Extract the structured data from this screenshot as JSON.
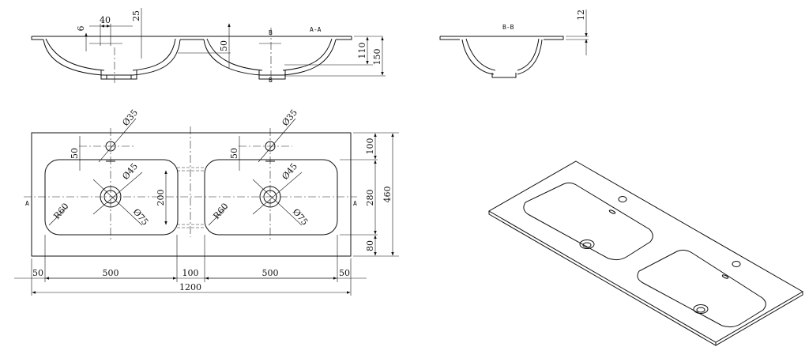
{
  "section_aa": {
    "title": "A-A",
    "cut_label_b": "B",
    "dims": {
      "d6": "6",
      "d40": "40",
      "d25": "25",
      "d50": "50",
      "d110": "110",
      "d150": "150"
    }
  },
  "section_bb": {
    "title": "B-B",
    "dims": {
      "d12": "12"
    }
  },
  "plan": {
    "cut_label_a": "A",
    "dims": {
      "tap_left": "Ø35",
      "tap_right": "Ø35",
      "tap_offset_left": "50",
      "tap_offset_right": "50",
      "drain_inner_left": "Ø45",
      "drain_inner_right": "Ø45",
      "drain_outer_left": "Ø75",
      "drain_outer_right": "Ø75",
      "radius_left": "R60",
      "radius_right": "R60",
      "gap_height": "200",
      "top_margin": "100",
      "basin_depth": "280",
      "bottom_margin": "80",
      "total_depth": "460",
      "left_margin": "50",
      "basin_left": "500",
      "gap": "100",
      "basin_right": "500",
      "right_margin": "50",
      "total_width": "1200"
    }
  }
}
